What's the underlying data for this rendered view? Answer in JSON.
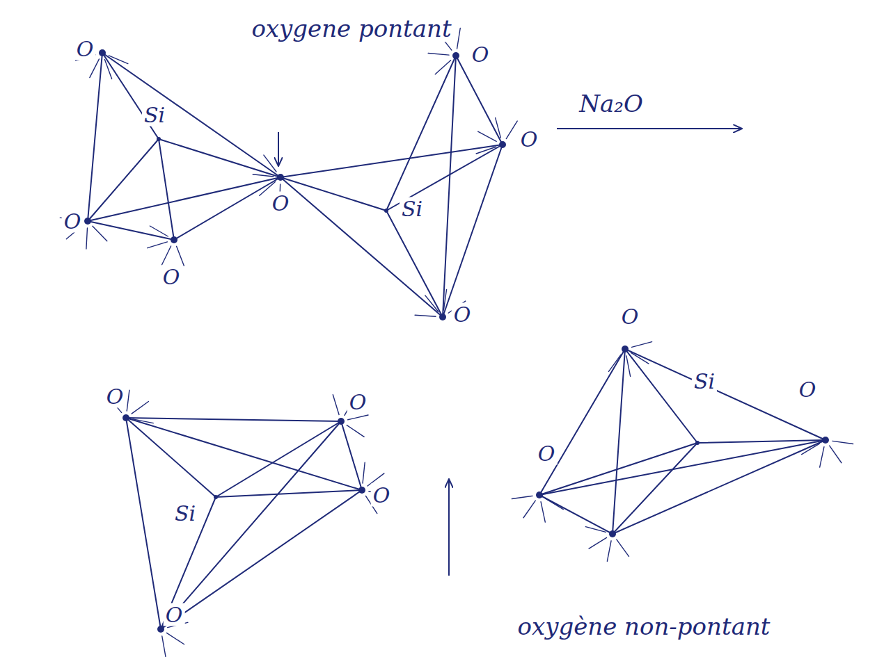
{
  "diagram": {
    "labels": [
      "oxygene pontant",
      "O",
      "Si",
      "O",
      "O",
      "O",
      "O",
      "Na₂O",
      "O",
      "Si",
      "O",
      "O",
      "O",
      "Si",
      "O",
      "O",
      "O",
      "Si",
      "O",
      "O",
      "oxygène non-pontant"
    ]
  }
}
